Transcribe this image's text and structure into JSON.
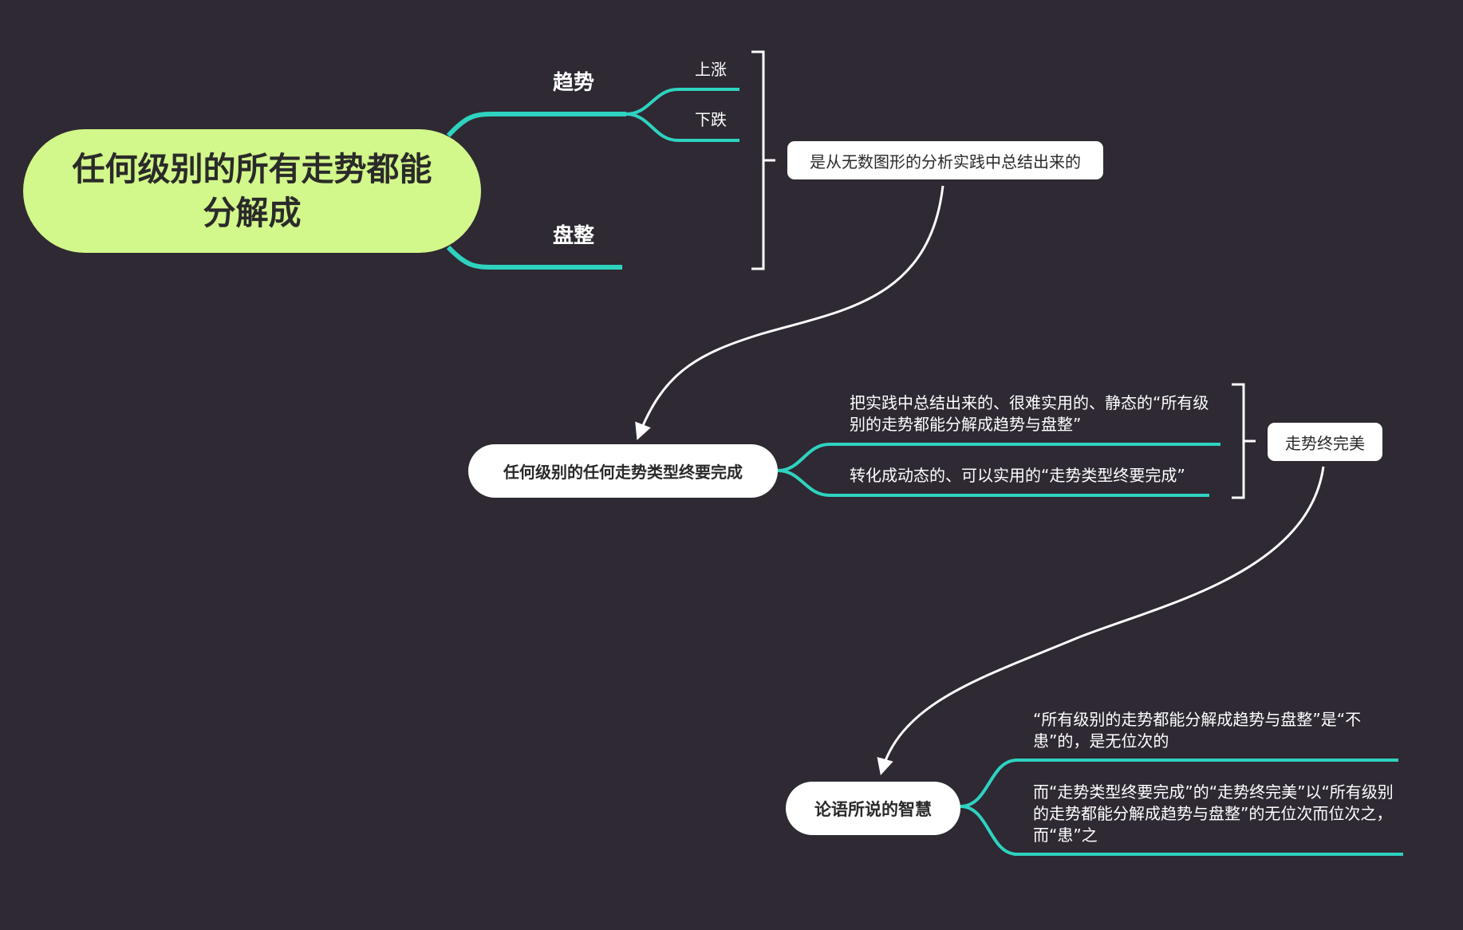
{
  "root": {
    "title": "任何级别的所有走势都能分解成"
  },
  "branch_trend": {
    "label": "趋势",
    "children": [
      "上涨",
      "下跌"
    ]
  },
  "branch_range": {
    "label": "盘整"
  },
  "summary1": "是从无数图形的分析实践中总结出来的",
  "node2": {
    "title": "任何级别的任何走势类型终要完成",
    "children": [
      "把实践中总结出来的、很难实用的、静态的“所有级别的走势都能分解成趋势与盘整”",
      "转化成动态的、可以实用的“走势类型终要完成”"
    ]
  },
  "summary2": "走势终完美",
  "node3": {
    "title": "论语所说的智慧",
    "children": [
      "“所有级别的走势都能分解成趋势与盘整”是“不患”的，是无位次的",
      "而“走势类型终要完成”的“走势终完美”以“所有级别的走势都能分解成趋势与盘整”的无位次而位次之，而“患”之"
    ]
  },
  "colors": {
    "background": "#2e2933",
    "root_fill": "#d2f78a",
    "branch": "#2ed3c0",
    "connector": "#ffffff"
  }
}
